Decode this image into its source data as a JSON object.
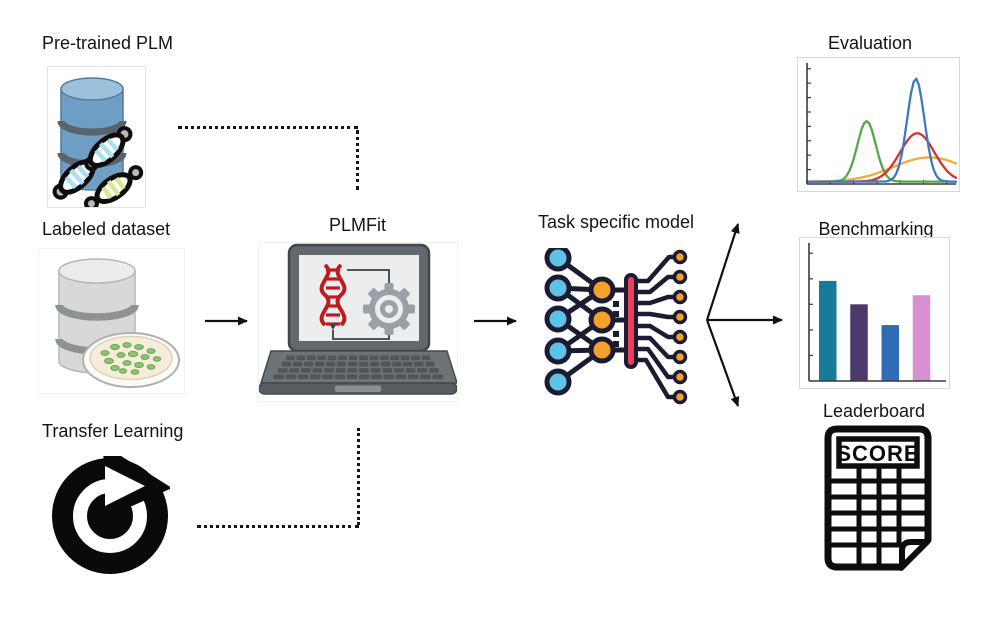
{
  "labels": {
    "pretrained_plm": "Pre-trained PLM",
    "labeled_dataset": "Labeled dataset",
    "transfer_learning": "Transfer Learning",
    "plmfit": "PLMFit",
    "task_specific_model": "Task specific model",
    "evaluation": "Evaluation",
    "benchmarking": "Benchmarking",
    "leaderboard": "Leaderboard",
    "score_sheet": "SCORE"
  },
  "icons": {
    "pretrained_plm": "database-with-dna-icon",
    "labeled_dataset": "database-with-petri-dish-icon",
    "transfer_learning": "refresh-cycle-icon",
    "plmfit": "laptop-dna-gear-icon",
    "task_specific_model": "neural-network-icon",
    "leaderboard": "score-sheet-icon"
  },
  "icon_colors": {
    "database_blue": "#6f9fc5",
    "database_gray": "#d7d8d7",
    "dna_rung_cyan": "#a9e0ef",
    "dna_rung_green": "#d9e88c",
    "petri_cream": "#f6ecda",
    "petri_green": "#8cc473",
    "laptop_frame": "#62686c",
    "laptop_screen": "#ecedef",
    "dna_red": "#bf1b1f",
    "gear_gray": "#9aa1a6",
    "nn_outline": "#1b1b32",
    "nn_blue": "#5fc3e7",
    "nn_orange": "#f5a02c",
    "nn_red_bar": "#e8405a",
    "connector_black": "#161616"
  },
  "chart_data": [
    {
      "id": "evaluation-plot",
      "type": "line",
      "title": "Evaluation",
      "xlabel": "",
      "ylabel": "",
      "x_range": [
        0,
        1
      ],
      "y_range": [
        0,
        1
      ],
      "x_tick_count": 6,
      "y_tick_count": 8,
      "grid": false,
      "legend": "none",
      "axis_color": "#3a3a3a",
      "series": [
        {
          "name": "orange-curve",
          "color": "#f3aa3c",
          "shape": "gaussian",
          "peak_x": 0.82,
          "peak_y": 0.2,
          "sigma": 0.24,
          "baseline": 0.02
        },
        {
          "name": "green-curve",
          "color": "#56a749",
          "shape": "gaussian",
          "peak_x": 0.4,
          "peak_y": 0.5,
          "sigma": 0.062,
          "baseline": 0.02
        },
        {
          "name": "red-curve",
          "color": "#cf3530",
          "shape": "gaussian",
          "peak_x": 0.74,
          "peak_y": 0.4,
          "sigma": 0.115,
          "baseline": 0.02
        },
        {
          "name": "blue-curve",
          "color": "#3c7bc0",
          "shape": "gaussian",
          "peak_x": 0.73,
          "peak_y": 0.85,
          "sigma": 0.058,
          "baseline": 0.02
        }
      ]
    },
    {
      "id": "benchmarking-plot",
      "type": "bar",
      "title": "Benchmarking",
      "xlabel": "",
      "ylabel": "",
      "categories": [
        "bar-1",
        "bar-2",
        "bar-3",
        "bar-4"
      ],
      "values": [
        0.77,
        0.59,
        0.43,
        0.66
      ],
      "bar_colors": [
        "#187a96",
        "#4b3a6c",
        "#2e6db6",
        "#d890d2"
      ],
      "ylim": [
        0,
        1
      ],
      "y_tick_count": 5,
      "grid": false,
      "legend": "none",
      "axis_color": "#3a3a3a"
    }
  ]
}
